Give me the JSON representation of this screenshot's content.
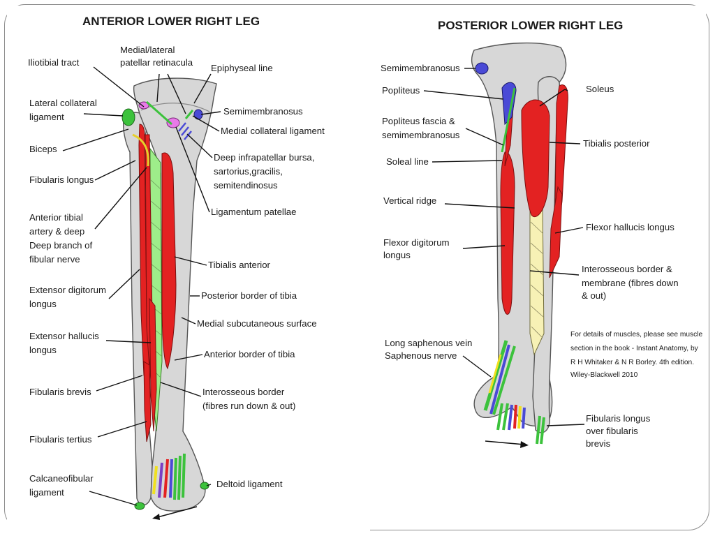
{
  "anterior": {
    "title": "ANTERIOR LOWER RIGHT LEG",
    "labels": {
      "iliotibial_tract": "Iliotibial tract",
      "patellar_retinacula_1": "Medial/lateral",
      "patellar_retinacula_2": "patellar retinacula",
      "epiphyseal_line": "Epiphyseal line",
      "lateral_collateral_1": "Lateral collateral",
      "lateral_collateral_2": "ligament",
      "semimembranosus": "Semimembranosus",
      "medial_collateral": "Medial collateral ligament",
      "biceps": "Biceps",
      "deep_bursa_1": "Deep infrapatellar bursa,",
      "deep_bursa_2": "sartorius,gracilis,",
      "deep_bursa_3": "semitendinosus",
      "fibularis_longus": "Fibularis longus",
      "ligamentum_patellae": "Ligamentum patellae",
      "anterior_tibial_1": "Anterior tibial",
      "anterior_tibial_2": "artery & deep",
      "anterior_tibial_3": "Deep branch of",
      "anterior_tibial_4": "fibular nerve",
      "tibialis_anterior": "Tibialis anterior",
      "extensor_digitorum_1": "Extensor digitorum",
      "extensor_digitorum_2": "longus",
      "posterior_border": "Posterior border of tibia",
      "medial_subcutaneous": "Medial subcutaneous surface",
      "extensor_hallucis_1": "Extensor hallucis",
      "extensor_hallucis_2": "longus",
      "anterior_border": "Anterior border of tibia",
      "fibularis_brevis": "Fibularis brevis",
      "interosseous_1": "Interosseous border",
      "interosseous_2": "(fibres run down & out)",
      "fibularis_tertius": "Fibularis tertius",
      "calcaneofibular_1": "Calcaneofibular",
      "calcaneofibular_2": "ligament",
      "deltoid": "Deltoid ligament"
    }
  },
  "posterior": {
    "title": "POSTERIOR LOWER RIGHT LEG",
    "labels": {
      "semimembranosus": "Semimembranosus",
      "popliteus": "Popliteus",
      "soleus": "Soleus",
      "popliteus_fascia_1": "Popliteus fascia &",
      "popliteus_fascia_2": "semimembranosus",
      "tibialis_posterior": "Tibialis posterior",
      "soleal_line": "Soleal line",
      "vertical_ridge": "Vertical ridge",
      "flexor_hallucis": "Flexor hallucis longus",
      "flexor_digitorum_1": "Flexor digitorum",
      "flexor_digitorum_2": "longus",
      "interosseous_1": "Interosseous border &",
      "interosseous_2": "membrane (fibres down",
      "interosseous_3": "& out)",
      "saphenous_1": "Long saphenous vein",
      "saphenous_2": "Saphenous nerve",
      "fibularis_1": "Fibularis longus",
      "fibularis_2": "over fibularis",
      "fibularis_3": "brevis"
    },
    "note": [
      "For details of muscles, please see muscle",
      "section in the book - Instant Anatomy, by",
      "R H Whitaker & N R Borley. 4th edition.",
      "Wiley-Blackwell 2010"
    ]
  },
  "colors": {
    "bone": "#d7d7d7",
    "muscle_red": "#e32222",
    "membrane_green": "#9eed8a",
    "membrane_yellow": "#f7f1b5",
    "tendon_green": "#3cc23c",
    "tendon_blue": "#4a4ad6",
    "tendon_yellow": "#f0e020",
    "tendon_red": "#e32222",
    "tendon_purple": "#7a3fc4",
    "bursa_pink": "#e87ae8"
  }
}
